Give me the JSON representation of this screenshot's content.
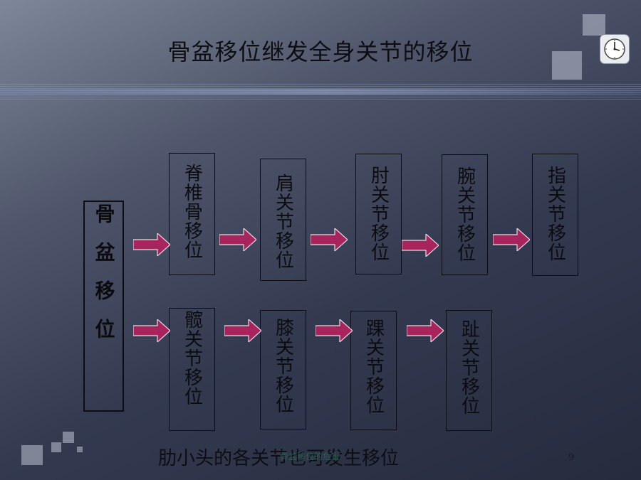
{
  "title": "骨盆移位继发全身关节的移位",
  "main_label": "骨盆移位",
  "top_row": [
    "脊椎骨移位",
    "肩关节移位",
    "肘关节移位",
    "腕关节移位",
    "指关节移位"
  ],
  "bottom_row": [
    "髋关节移位",
    "膝关节移位",
    "踝关节移位",
    "趾关节移位"
  ],
  "caption": "肋小头的各关节也可发生移位",
  "footer": "骨盆移位的危害",
  "page_number": "9",
  "colors": {
    "arrow": "#a8245c",
    "text": "#0d0d12"
  }
}
